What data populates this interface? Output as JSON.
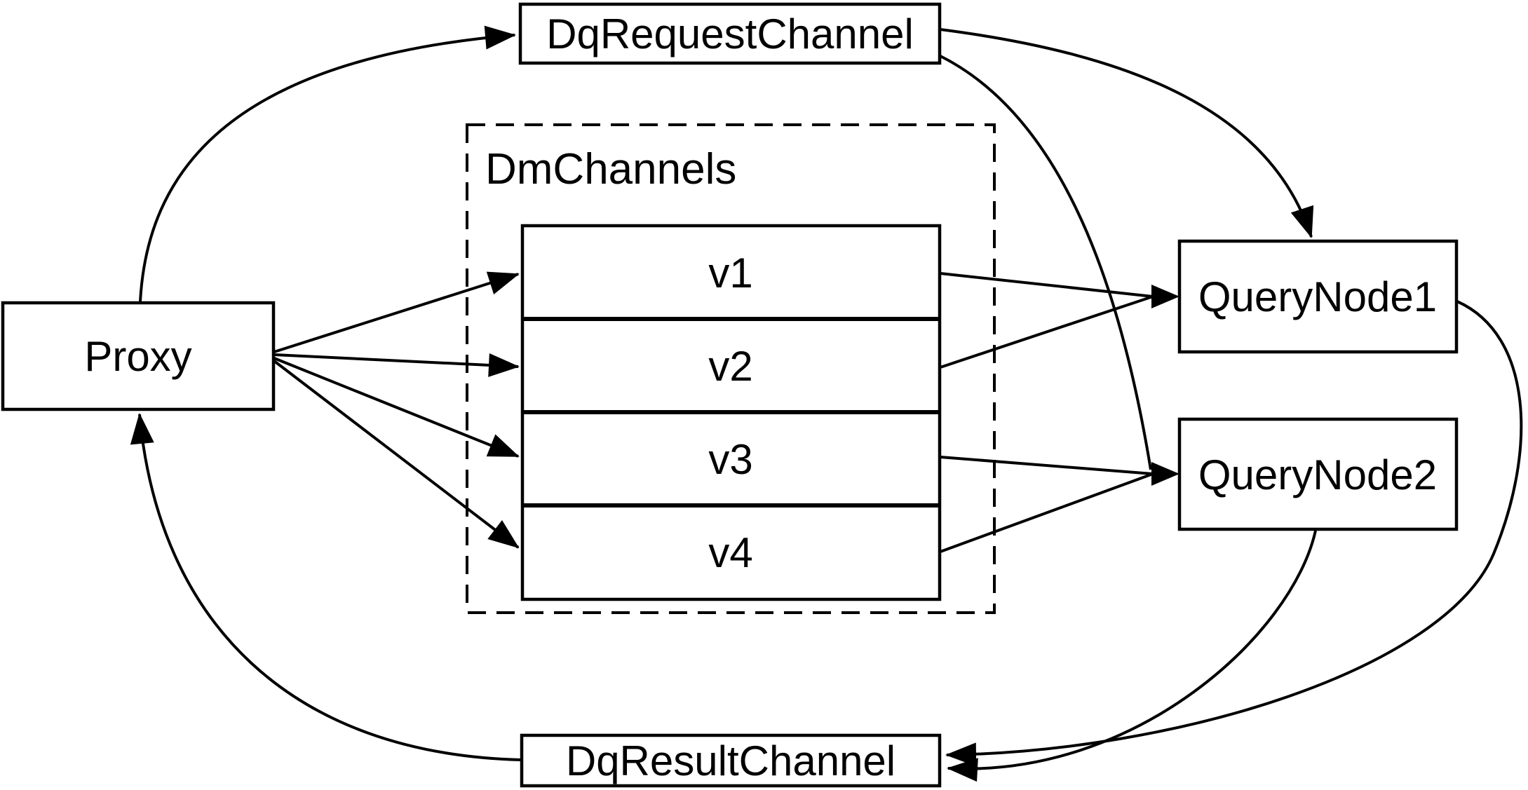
{
  "diagram": {
    "background_color": "#ffffff",
    "stroke_color": "#000000",
    "nodes": {
      "proxy": {
        "label": "Proxy"
      },
      "dq_request_channel": {
        "label": "DqRequestChannel"
      },
      "dm_channels_group": {
        "label": "DmChannels"
      },
      "v_channels": [
        "v1",
        "v2",
        "v3",
        "v4"
      ],
      "query_node_1": {
        "label": "QueryNode1"
      },
      "query_node_2": {
        "label": "QueryNode2"
      },
      "dq_result_channel": {
        "label": "DqResultChannel"
      }
    },
    "edges": [
      {
        "from": "Proxy",
        "to": "DqRequestChannel"
      },
      {
        "from": "DqRequestChannel",
        "to": "QueryNode1"
      },
      {
        "from": "DqRequestChannel",
        "to": "QueryNode2"
      },
      {
        "from": "Proxy",
        "to": "v1"
      },
      {
        "from": "Proxy",
        "to": "v2"
      },
      {
        "from": "Proxy",
        "to": "v3"
      },
      {
        "from": "Proxy",
        "to": "v4"
      },
      {
        "from": "v1",
        "to": "QueryNode1"
      },
      {
        "from": "v2",
        "to": "QueryNode1"
      },
      {
        "from": "v3",
        "to": "QueryNode2"
      },
      {
        "from": "v4",
        "to": "QueryNode2"
      },
      {
        "from": "QueryNode1",
        "to": "DqResultChannel"
      },
      {
        "from": "QueryNode2",
        "to": "DqResultChannel"
      },
      {
        "from": "DqResultChannel",
        "to": "Proxy"
      }
    ]
  }
}
